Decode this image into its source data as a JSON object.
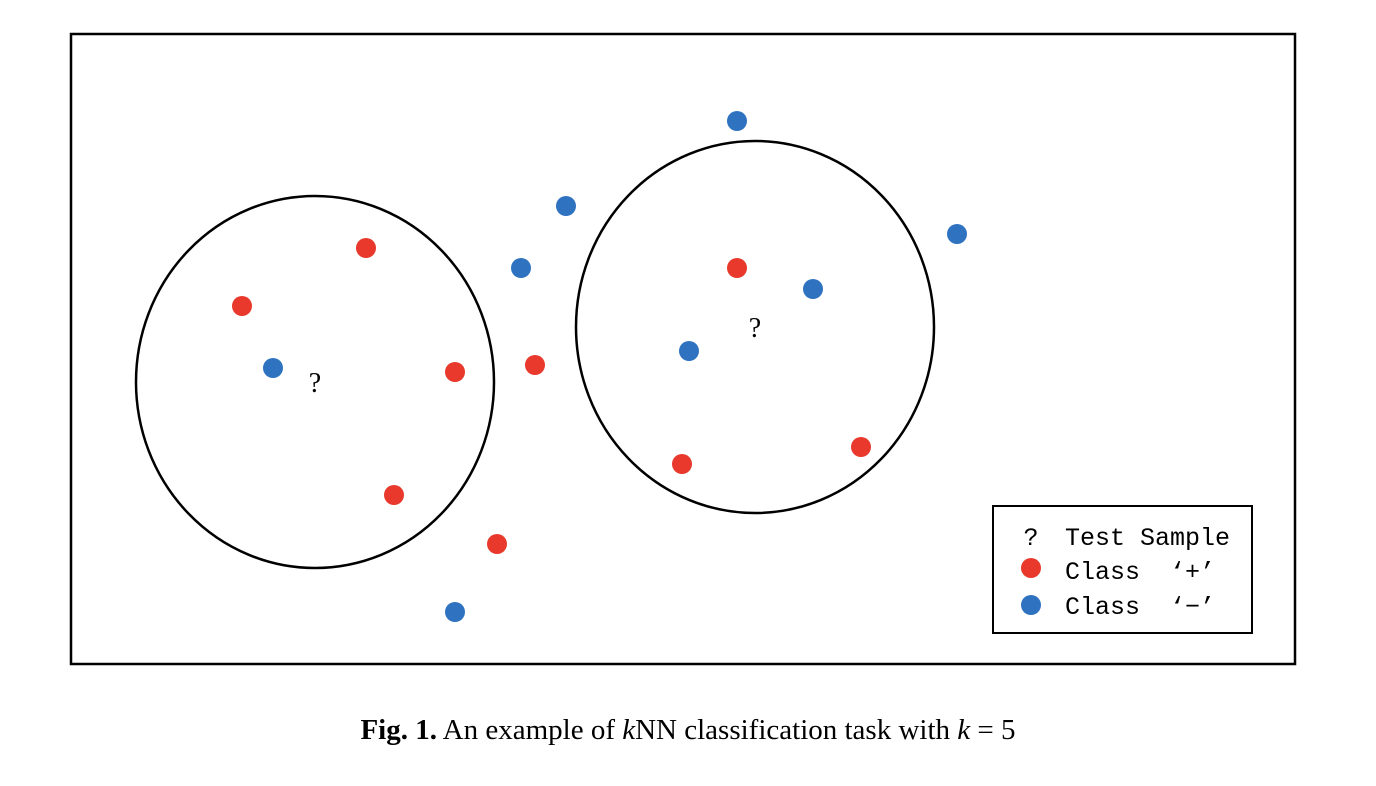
{
  "colors": {
    "class_plus": "#e8392c",
    "class_minus": "#2f72c0",
    "stroke": "#000000"
  },
  "diagram": {
    "left_group": {
      "test_marker": "?",
      "points": [
        {
          "class": "plus",
          "name": "point-left-plus-1"
        },
        {
          "class": "plus",
          "name": "point-left-plus-2"
        },
        {
          "class": "minus",
          "name": "point-left-minus-1"
        },
        {
          "class": "plus",
          "name": "point-left-plus-3"
        },
        {
          "class": "plus",
          "name": "point-left-plus-4"
        }
      ]
    },
    "right_group": {
      "test_marker": "?",
      "points": [
        {
          "class": "plus",
          "name": "point-right-plus-1"
        },
        {
          "class": "minus",
          "name": "point-right-minus-1"
        },
        {
          "class": "minus",
          "name": "point-right-minus-2"
        },
        {
          "class": "plus",
          "name": "point-right-plus-2"
        },
        {
          "class": "plus",
          "name": "point-right-plus-3"
        }
      ]
    },
    "outside_points": [
      {
        "class": "minus",
        "name": "point-outside-minus-1"
      },
      {
        "class": "minus",
        "name": "point-outside-minus-2"
      },
      {
        "class": "minus",
        "name": "point-outside-minus-3"
      },
      {
        "class": "minus",
        "name": "point-outside-minus-4"
      },
      {
        "class": "minus",
        "name": "point-outside-minus-5"
      },
      {
        "class": "plus",
        "name": "point-outside-plus-1"
      },
      {
        "class": "plus",
        "name": "point-outside-plus-2"
      }
    ]
  },
  "legend": {
    "test_sample_symbol": "?",
    "test_sample_label": "Test Sample",
    "class_plus_label": "Class  ‘+’",
    "class_minus_label": "Class  ‘−’"
  },
  "caption": {
    "fig_label": "Fig. 1.",
    "text_before": " An example of ",
    "k_symbol": "k",
    "text_middle": "NN classification task with ",
    "k_symbol_2": "k",
    "equals": " = ",
    "k_value": "5"
  }
}
